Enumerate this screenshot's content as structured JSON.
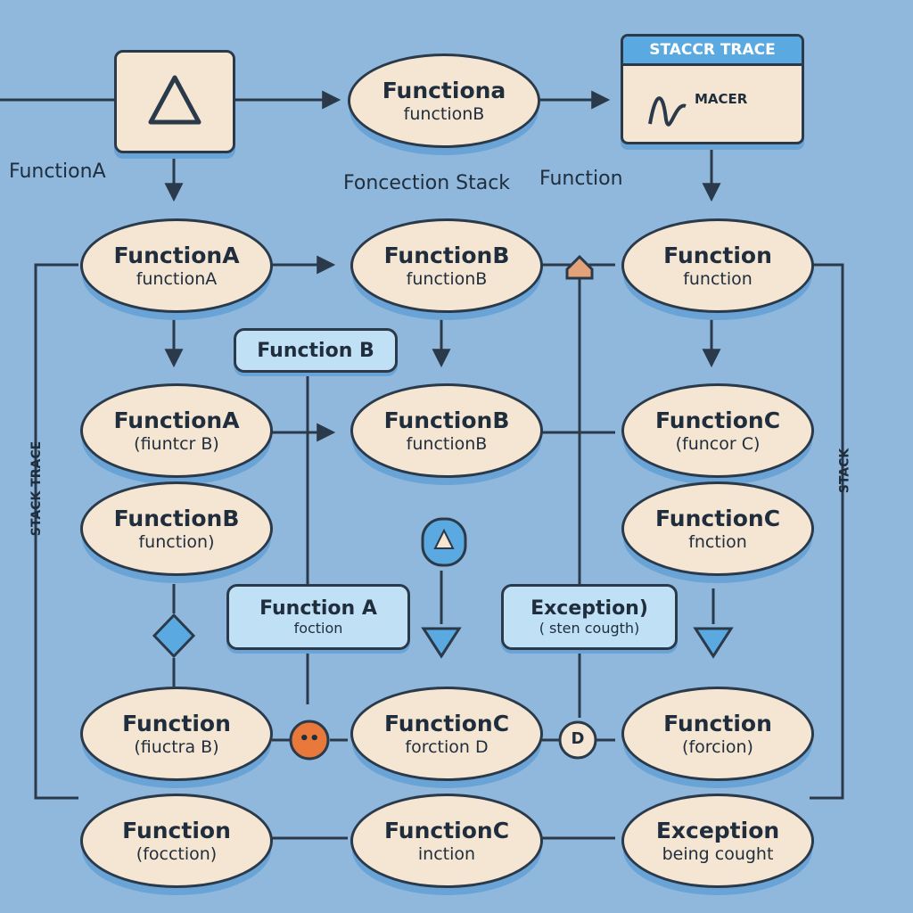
{
  "colors": {
    "background": "#8fb8dc",
    "node_fill": "#f5e6d3",
    "outline": "#2b3a4a",
    "pill_fill": "#bfe0f5",
    "accent_blue": "#5aa9e0",
    "alert_orange": "#e8793a"
  },
  "top_left_label": "FunctionA",
  "top_center_label": "Foncection Stack",
  "top_right_label": "Function",
  "stack_trace": {
    "title": "STACCR TRACE",
    "body": "MACER"
  },
  "top_node": {
    "title": "Functiona",
    "subtitle": "functionB"
  },
  "rows": [
    [
      {
        "title": "FunctionA",
        "subtitle": "functionA"
      },
      {
        "title": "FunctionB",
        "subtitle": "functionB"
      },
      {
        "title": "Function",
        "subtitle": "function"
      }
    ],
    [
      {
        "title": "FunctionA",
        "subtitle": "(fiuntcr B)"
      },
      {
        "title": "FunctionB",
        "subtitle": "functionB"
      },
      {
        "title": "FunctionC",
        "subtitle": "(funcor C)"
      }
    ],
    [
      {
        "title": "FunctionB",
        "subtitle": "function)"
      },
      null,
      {
        "title": "FunctionC",
        "subtitle": "fnction"
      }
    ],
    [
      {
        "title": "Function",
        "subtitle": "(fiuctra B)"
      },
      {
        "title": "FunctionC",
        "subtitle": "forction D"
      },
      {
        "title": "Function",
        "subtitle": "(forcion)"
      }
    ],
    [
      {
        "title": "Function",
        "subtitle": "(focction)"
      },
      {
        "title": "FunctionC",
        "subtitle": "inction"
      },
      {
        "title": "Exception",
        "subtitle": "being cought"
      }
    ]
  ],
  "pills": {
    "function_b": {
      "title": "Function B"
    },
    "function_a": {
      "title": "Function A",
      "subtitle": "foction"
    },
    "exception": {
      "title": "Exception)",
      "subtitle": "( sten cougth)"
    }
  },
  "markers": {
    "orange_dot": "••",
    "white_dot": "D"
  },
  "side_left": "STACK TRACE",
  "side_right": "STACK"
}
